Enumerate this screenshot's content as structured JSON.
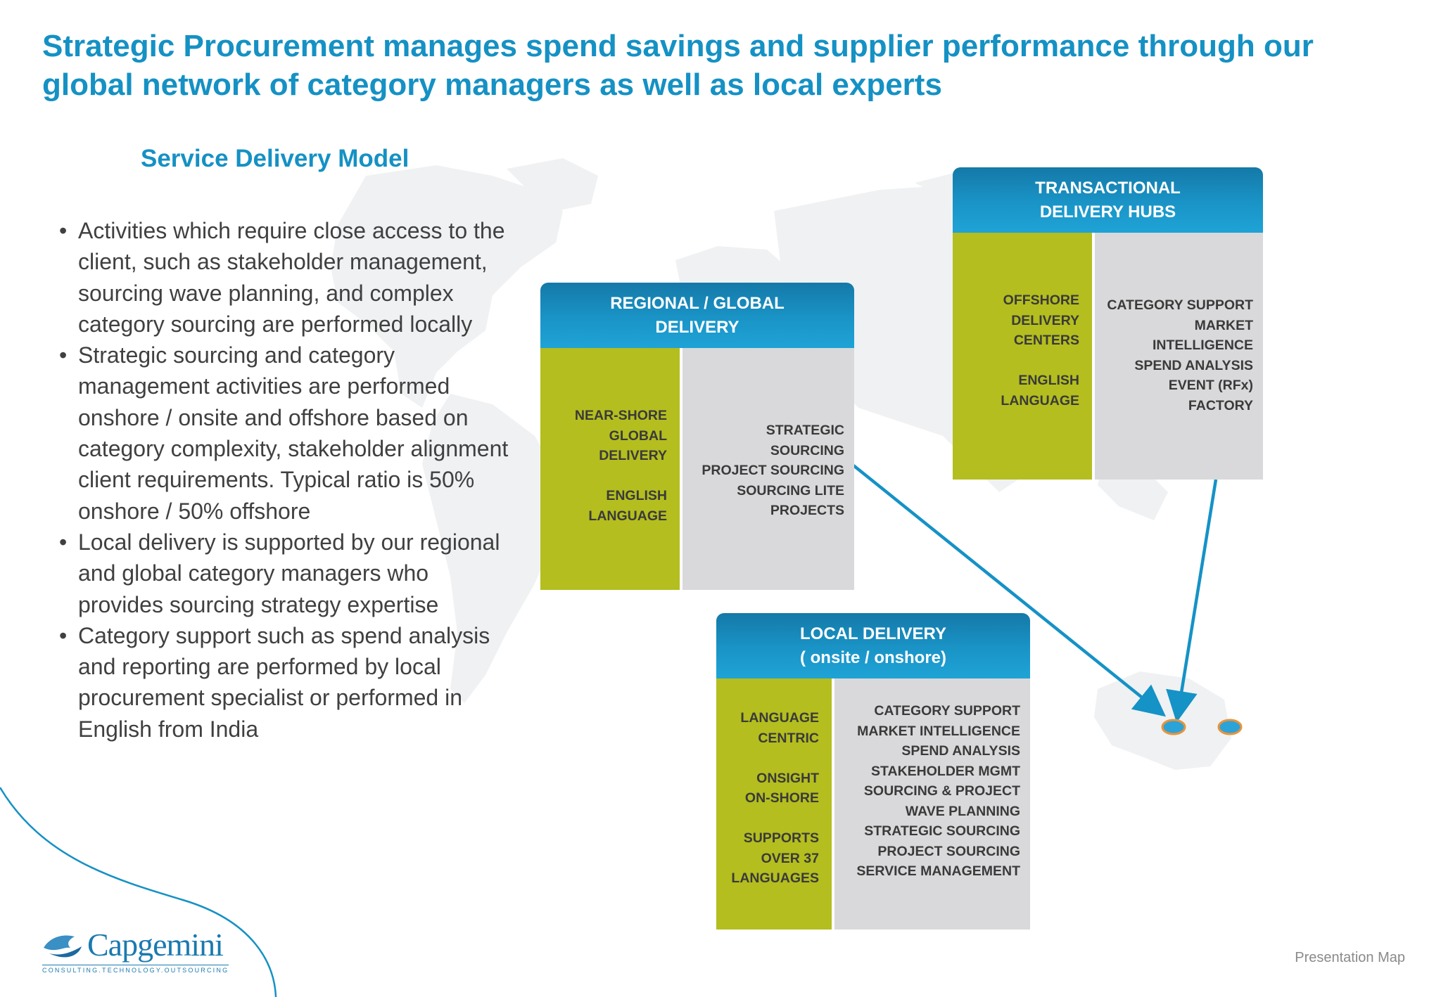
{
  "title": "Strategic Procurement manages spend savings and supplier performance through our global network of category managers as well as local experts",
  "subtitle": "Service Delivery Model",
  "bullets": [
    "Activities which require close access to the client, such as stakeholder management, sourcing wave planning, and complex category sourcing are performed locally",
    "Strategic sourcing and category management activities are performed onshore  / onsite and offshore based on category complexity, stakeholder alignment client requirements. Typical ratio is 50% onshore / 50% offshore",
    "Local delivery is supported by our regional and global category managers who provides sourcing strategy expertise",
    "Category support such as spend analysis and reporting are performed by local procurement specialist or performed in English from India"
  ],
  "boxes": {
    "regional": {
      "header": [
        "REGIONAL   / GLOBAL",
        "DELIVERY"
      ],
      "left": [
        "NEAR-SHORE",
        "GLOBAL",
        "DELIVERY",
        "",
        "ENGLISH",
        "LANGUAGE"
      ],
      "right": [
        "STRATEGIC",
        "SOURCING",
        "PROJECT SOURCING",
        "SOURCING LITE",
        "PROJECTS"
      ]
    },
    "transactional": {
      "header": [
        "TRANSACTIONAL",
        "DELIVERY HUBS"
      ],
      "left": [
        "OFFSHORE",
        "DELIVERY",
        "CENTERS",
        "",
        "ENGLISH",
        "LANGUAGE"
      ],
      "right": [
        "CATEGORY SUPPORT",
        "MARKET",
        "INTELLIGENCE",
        "SPEND ANALYSIS",
        "EVENT (RFx)",
        "FACTORY"
      ]
    },
    "local": {
      "header": [
        "LOCAL DELIVERY",
        "( onsite / onshore)"
      ],
      "left": [
        "LANGUAGE",
        "CENTRIC",
        "",
        "ONSIGHT",
        "ON-SHORE",
        "",
        "SUPPORTS",
        "OVER 37",
        "LANGUAGES"
      ],
      "right": [
        "CATEGORY SUPPORT",
        "MARKET INTELLIGENCE",
        "SPEND ANALYSIS",
        "STAKEHOLDER MGMT",
        "SOURCING & PROJECT",
        "WAVE PLANNING",
        "STRATEGIC SOURCING",
        "PROJECT SOURCING",
        "SERVICE MANAGEMENT"
      ]
    }
  },
  "footer_note": "Presentation Map",
  "logo": {
    "name": "Capgemini",
    "tagline": "CONSULTING.TECHNOLOGY.OUTSOURCING"
  },
  "colors": {
    "title": "#1591c4",
    "header_blue": "#1a94c7",
    "green": "#b4be1e",
    "grey_panel": "#d9d9db",
    "arrow": "#1592c6",
    "marker_fill": "#2ba3d9",
    "marker_ring": "#e8943a"
  }
}
